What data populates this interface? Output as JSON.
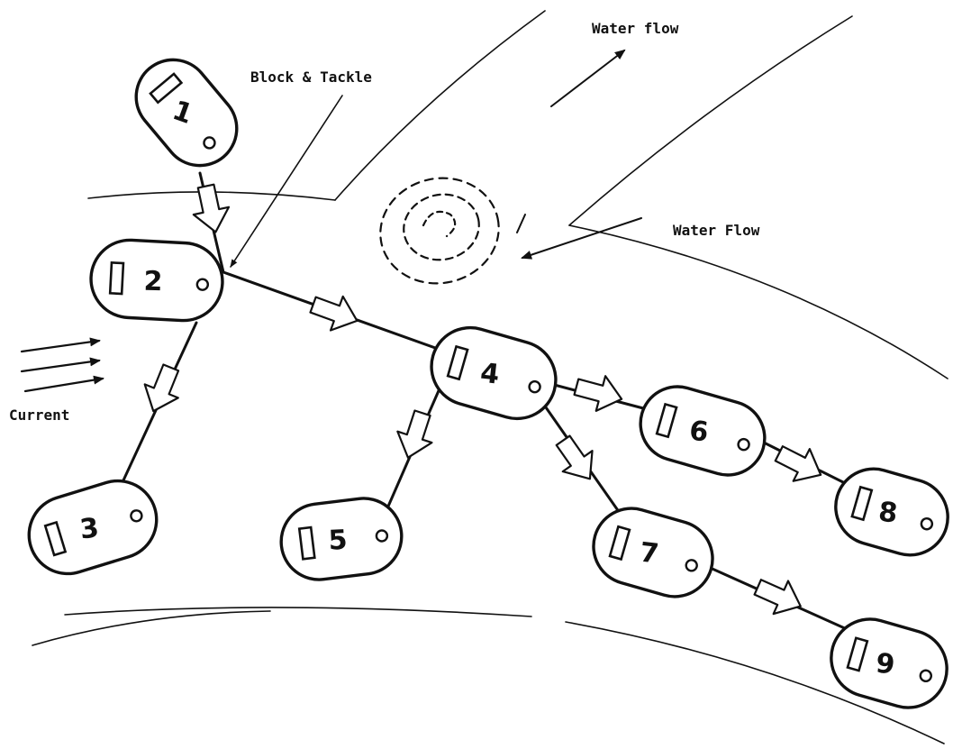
{
  "labels": {
    "block_tackle": "Block & Tackle",
    "water_flow_top": "Water flow",
    "water_flow_right": "Water Flow",
    "current": "Current"
  },
  "boats": [
    {
      "id": "1"
    },
    {
      "id": "2"
    },
    {
      "id": "3"
    },
    {
      "id": "4"
    },
    {
      "id": "5"
    },
    {
      "id": "6"
    },
    {
      "id": "7"
    },
    {
      "id": "8"
    },
    {
      "id": "9"
    }
  ]
}
